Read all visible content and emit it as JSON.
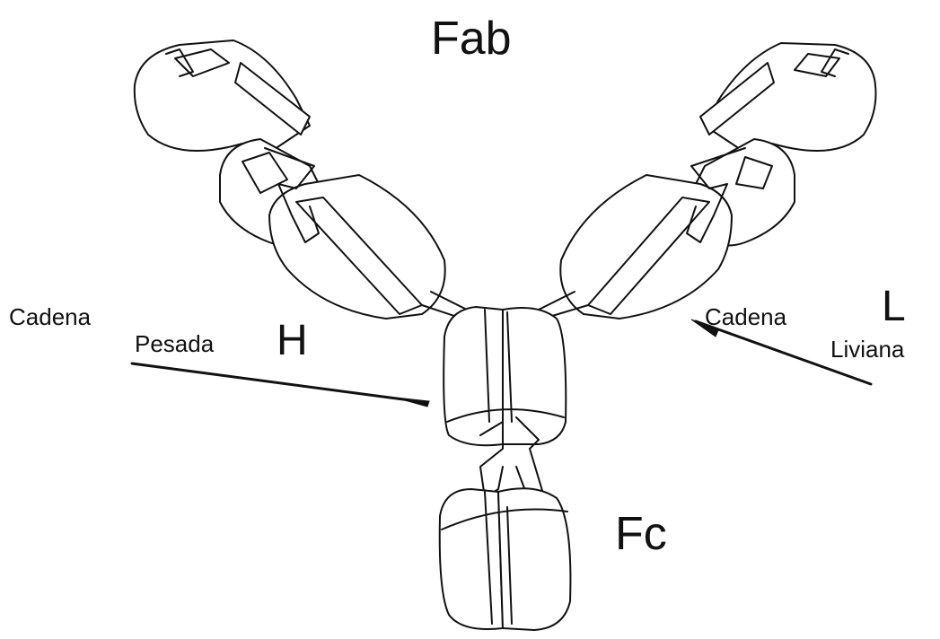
{
  "labels": {
    "fab": "Fab",
    "fc": "Fc",
    "heavy_chain_word1": "Cadena",
    "heavy_chain_word2": "Pesada",
    "heavy_chain_letter": "H",
    "light_chain_word1": "Cadena",
    "light_chain_word2": "Liviana",
    "light_chain_letter": "L"
  },
  "colors": {
    "ink": "#111111",
    "background": "#ffffff"
  }
}
